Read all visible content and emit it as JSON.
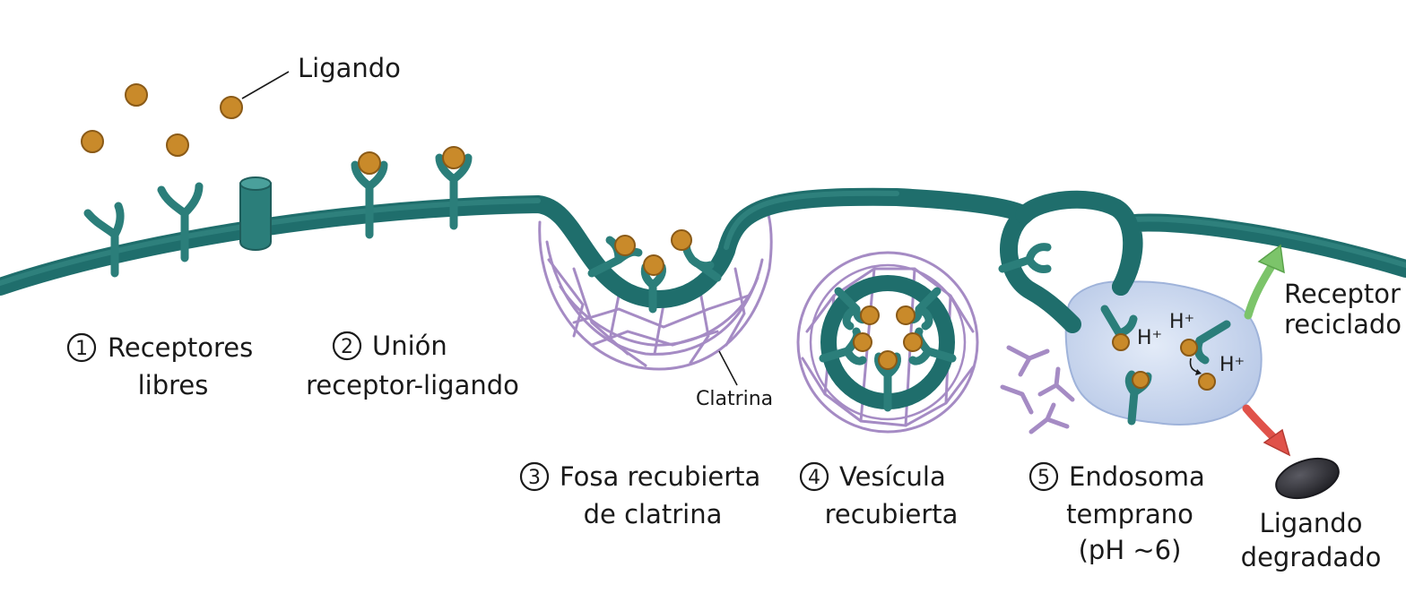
{
  "labels": {
    "ligand": "Ligando",
    "clathrin": "Clatrina",
    "hplus": "H⁺",
    "recycled_line1": "Receptor",
    "recycled_line2": "reciclado",
    "degraded_line1": "Ligando",
    "degraded_line2": "degradado"
  },
  "steps": [
    {
      "number": "1",
      "line1": "Receptores",
      "line2": "libres",
      "line3": ""
    },
    {
      "number": "2",
      "line1": "Unión",
      "line2": "receptor-ligando",
      "line3": ""
    },
    {
      "number": "3",
      "line1": "Fosa recubierta",
      "line2": "de clatrina",
      "line3": ""
    },
    {
      "number": "4",
      "line1": "Vesícula",
      "line2": "recubierta",
      "line3": ""
    },
    {
      "number": "5",
      "line1": "Endosoma",
      "line2": "temprano",
      "line3": "(pH ~6)"
    }
  ],
  "colors": {
    "membrane": "#1f6e6c",
    "receptor": "#2b7e7a",
    "ligand": "#c98a2a",
    "clathrin": "#a58bc4",
    "endosome": "#c9d6ee",
    "recycle_arrow": "#7cc46a",
    "degrade_arrow": "#e0524a",
    "degraded": "#2e2e33"
  }
}
